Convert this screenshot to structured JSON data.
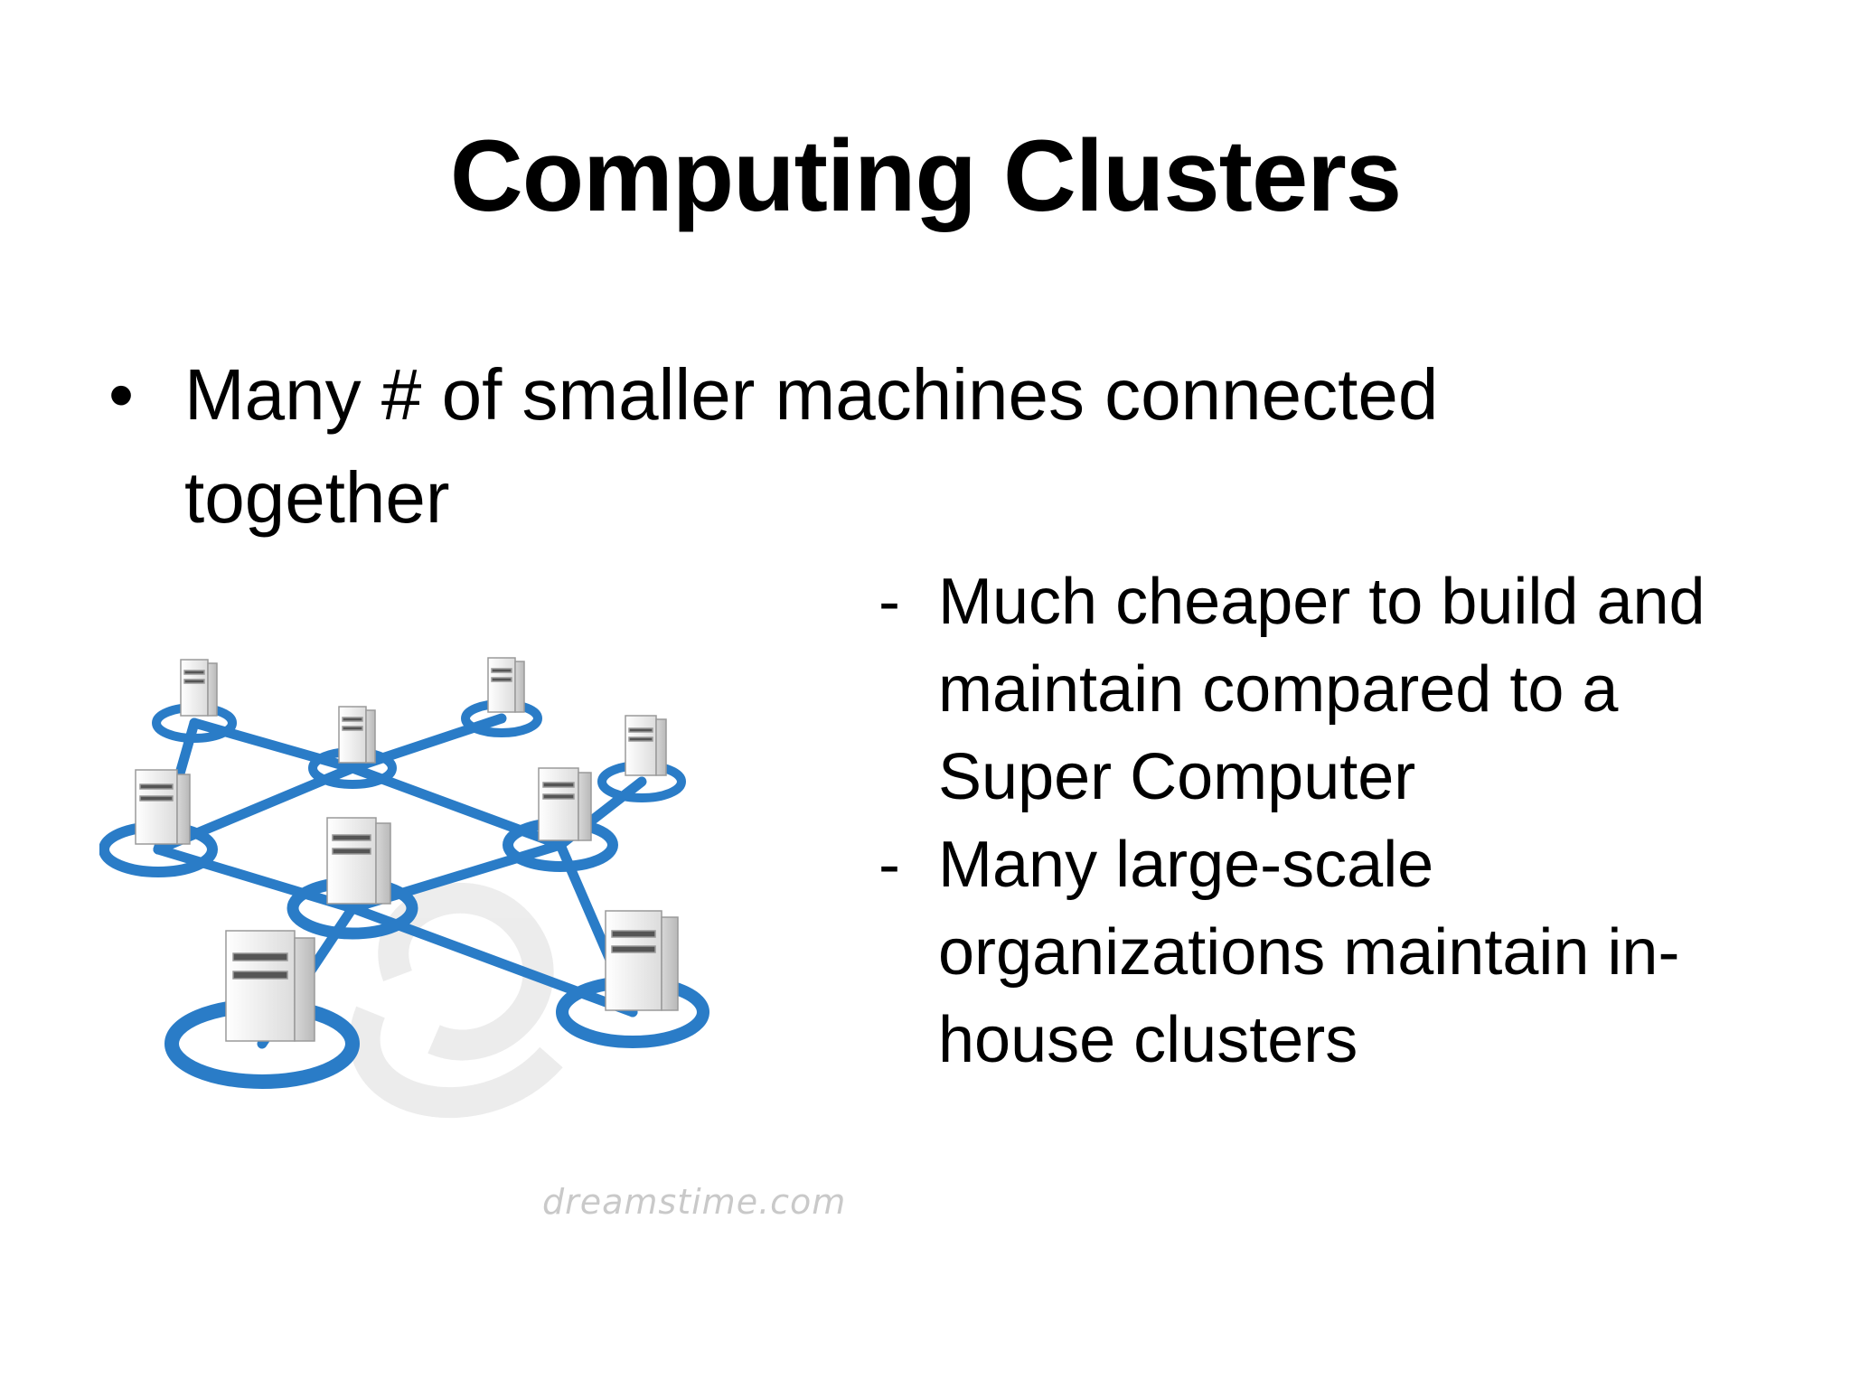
{
  "slide": {
    "title": "Computing Clusters",
    "main_bullet": {
      "marker": "•",
      "text": "Many # of smaller machines connected together"
    },
    "sub_bullets": [
      {
        "marker": "-",
        "text": "Much cheaper to build and maintain compared to a Super Computer"
      },
      {
        "marker": "-",
        "text": "Many large-scale organizations maintain in-house clusters"
      }
    ],
    "illustration": {
      "icon": "server-network-icon",
      "watermark": "dreamstime.com",
      "ring_color": "#2a7cc7",
      "server_color": "#f2f2f2"
    }
  }
}
